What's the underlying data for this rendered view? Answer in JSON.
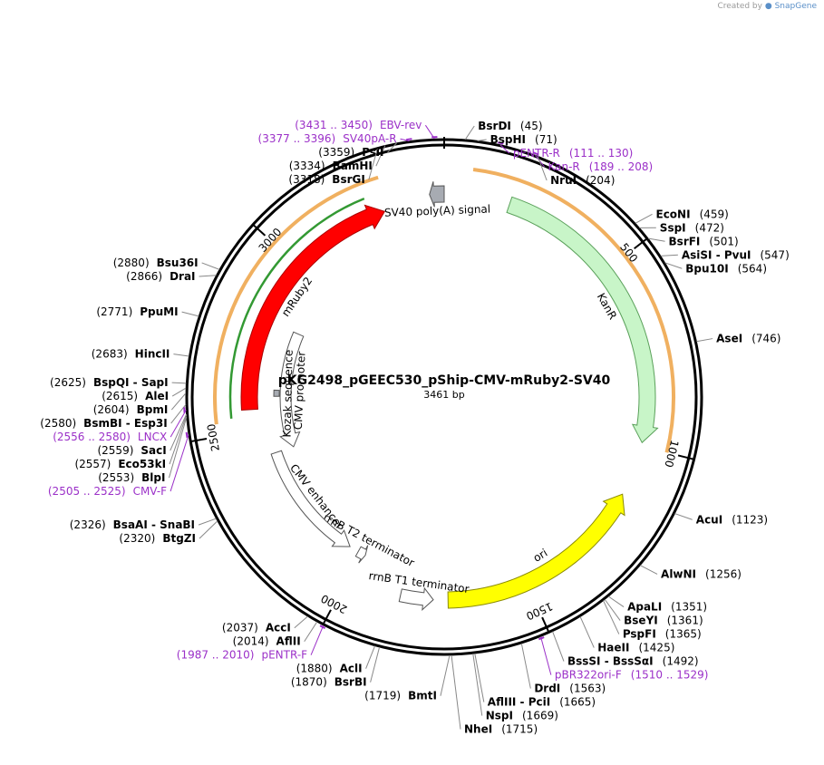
{
  "watermark": {
    "created_by": "Created by",
    "brand": "SnapGene"
  },
  "plasmid": {
    "name": "pKG2498_pGEEC530_pShip-CMV-mRuby2-SV40",
    "length_label": "3461 bp",
    "length": 3461
  },
  "position_ticks": [
    "500",
    "1000",
    "1500",
    "2000",
    "2500",
    "3000"
  ],
  "sites": [
    {
      "name": "BsrDI",
      "pos": "(45)",
      "side": "R"
    },
    {
      "name": "BspHI",
      "pos": "(71)",
      "side": "R"
    },
    {
      "name": "pENTR-R",
      "pos": "(111 .. 130)",
      "side": "R",
      "primer": true
    },
    {
      "name": "NruI",
      "pos": "(204)",
      "side": "R"
    },
    {
      "name": "Kan-R",
      "pos": "(189 .. 208)",
      "side": "R",
      "primer": true
    },
    {
      "name": "EcoNI",
      "pos": "(459)",
      "side": "R"
    },
    {
      "name": "SspI",
      "pos": "(472)",
      "side": "R"
    },
    {
      "name": "BsrFI",
      "pos": "(501)",
      "side": "R"
    },
    {
      "name": "AsiSI - PvuI",
      "pos": "(547)",
      "side": "R"
    },
    {
      "name": "Bpu10I",
      "pos": "(564)",
      "side": "R"
    },
    {
      "name": "AseI",
      "pos": "(746)",
      "side": "R"
    },
    {
      "name": "AcuI",
      "pos": "(1123)",
      "side": "R"
    },
    {
      "name": "AlwNI",
      "pos": "(1256)",
      "side": "R"
    },
    {
      "name": "ApaLI",
      "pos": "(1351)",
      "side": "R"
    },
    {
      "name": "BseYI",
      "pos": "(1361)",
      "side": "R"
    },
    {
      "name": "PspFI",
      "pos": "(1365)",
      "side": "R"
    },
    {
      "name": "HaeII",
      "pos": "(1425)",
      "side": "R"
    },
    {
      "name": "BssSI - BssSαI",
      "pos": "(1492)",
      "side": "R"
    },
    {
      "name": "pBR322ori-F",
      "pos": "(1510 .. 1529)",
      "side": "R",
      "primer": true
    },
    {
      "name": "DrdI",
      "pos": "(1563)",
      "side": "R"
    },
    {
      "name": "AflIII - PciI",
      "pos": "(1665)",
      "side": "R"
    },
    {
      "name": "NspI",
      "pos": "(1669)",
      "side": "R"
    },
    {
      "name": "NheI",
      "pos": "(1715)",
      "side": "R"
    },
    {
      "name": "BmtI",
      "pos": "(1719)",
      "side": "L"
    },
    {
      "name": "BsrBI",
      "pos": "(1870)",
      "side": "L"
    },
    {
      "name": "AclI",
      "pos": "(1880)",
      "side": "L"
    },
    {
      "name": "pENTR-F",
      "pos": "(1987 .. 2010)",
      "side": "L",
      "primer": true
    },
    {
      "name": "AflII",
      "pos": "(2014)",
      "side": "L"
    },
    {
      "name": "AccI",
      "pos": "(2037)",
      "side": "L"
    },
    {
      "name": "BtgZI",
      "pos": "(2320)",
      "side": "L"
    },
    {
      "name": "BsaAI - SnaBI",
      "pos": "(2326)",
      "side": "L"
    },
    {
      "name": "CMV-F",
      "pos": "(2505 .. 2525)",
      "side": "L",
      "primer": true
    },
    {
      "name": "BlpI",
      "pos": "(2553)",
      "side": "L"
    },
    {
      "name": "LNCX",
      "pos": "(2556 .. 2580)",
      "side": "L",
      "primer": true
    },
    {
      "name": "Eco53kI",
      "pos": "(2557)",
      "side": "L"
    },
    {
      "name": "SacI",
      "pos": "(2559)",
      "side": "L"
    },
    {
      "name": "BsmBI - Esp3I",
      "pos": "(2580)",
      "side": "L"
    },
    {
      "name": "BpmI",
      "pos": "(2604)",
      "side": "L"
    },
    {
      "name": "AleI",
      "pos": "(2615)",
      "side": "L"
    },
    {
      "name": "BspQI - SapI",
      "pos": "(2625)",
      "side": "L"
    },
    {
      "name": "HincII",
      "pos": "(2683)",
      "side": "L"
    },
    {
      "name": "PpuMI",
      "pos": "(2771)",
      "side": "L"
    },
    {
      "name": "DraI",
      "pos": "(2866)",
      "side": "L"
    },
    {
      "name": "Bsu36I",
      "pos": "(2880)",
      "side": "L"
    },
    {
      "name": "BsrGI",
      "pos": "(3318)",
      "side": "L"
    },
    {
      "name": "BamHI",
      "pos": "(3334)",
      "side": "L"
    },
    {
      "name": "PsiI",
      "pos": "(3359)",
      "side": "L"
    },
    {
      "name": "SV40pA-R",
      "pos": "(3377 .. 3396)",
      "side": "L",
      "primer": true
    },
    {
      "name": "EBV-rev",
      "pos": "(3431 .. 3450)",
      "side": "L",
      "primer": true
    }
  ],
  "features": [
    {
      "label": "SV40 poly(A) signal",
      "color": "#a7abb2"
    },
    {
      "label": "KanR",
      "color": "#c8f5c8"
    },
    {
      "label": "ori",
      "color": "#ffff00"
    },
    {
      "label": "rrnB T1 terminator",
      "color": "#ffffff"
    },
    {
      "label": "rrnB T2 terminator",
      "color": "#ffffff"
    },
    {
      "label": "CMV enhancer",
      "color": "#ffffff"
    },
    {
      "label": "CMV promoter",
      "color": "#ffffff"
    },
    {
      "label": "Kozak sequence",
      "color": "#a7abb2"
    },
    {
      "label": "mRuby2",
      "color": "#ff0000"
    }
  ]
}
